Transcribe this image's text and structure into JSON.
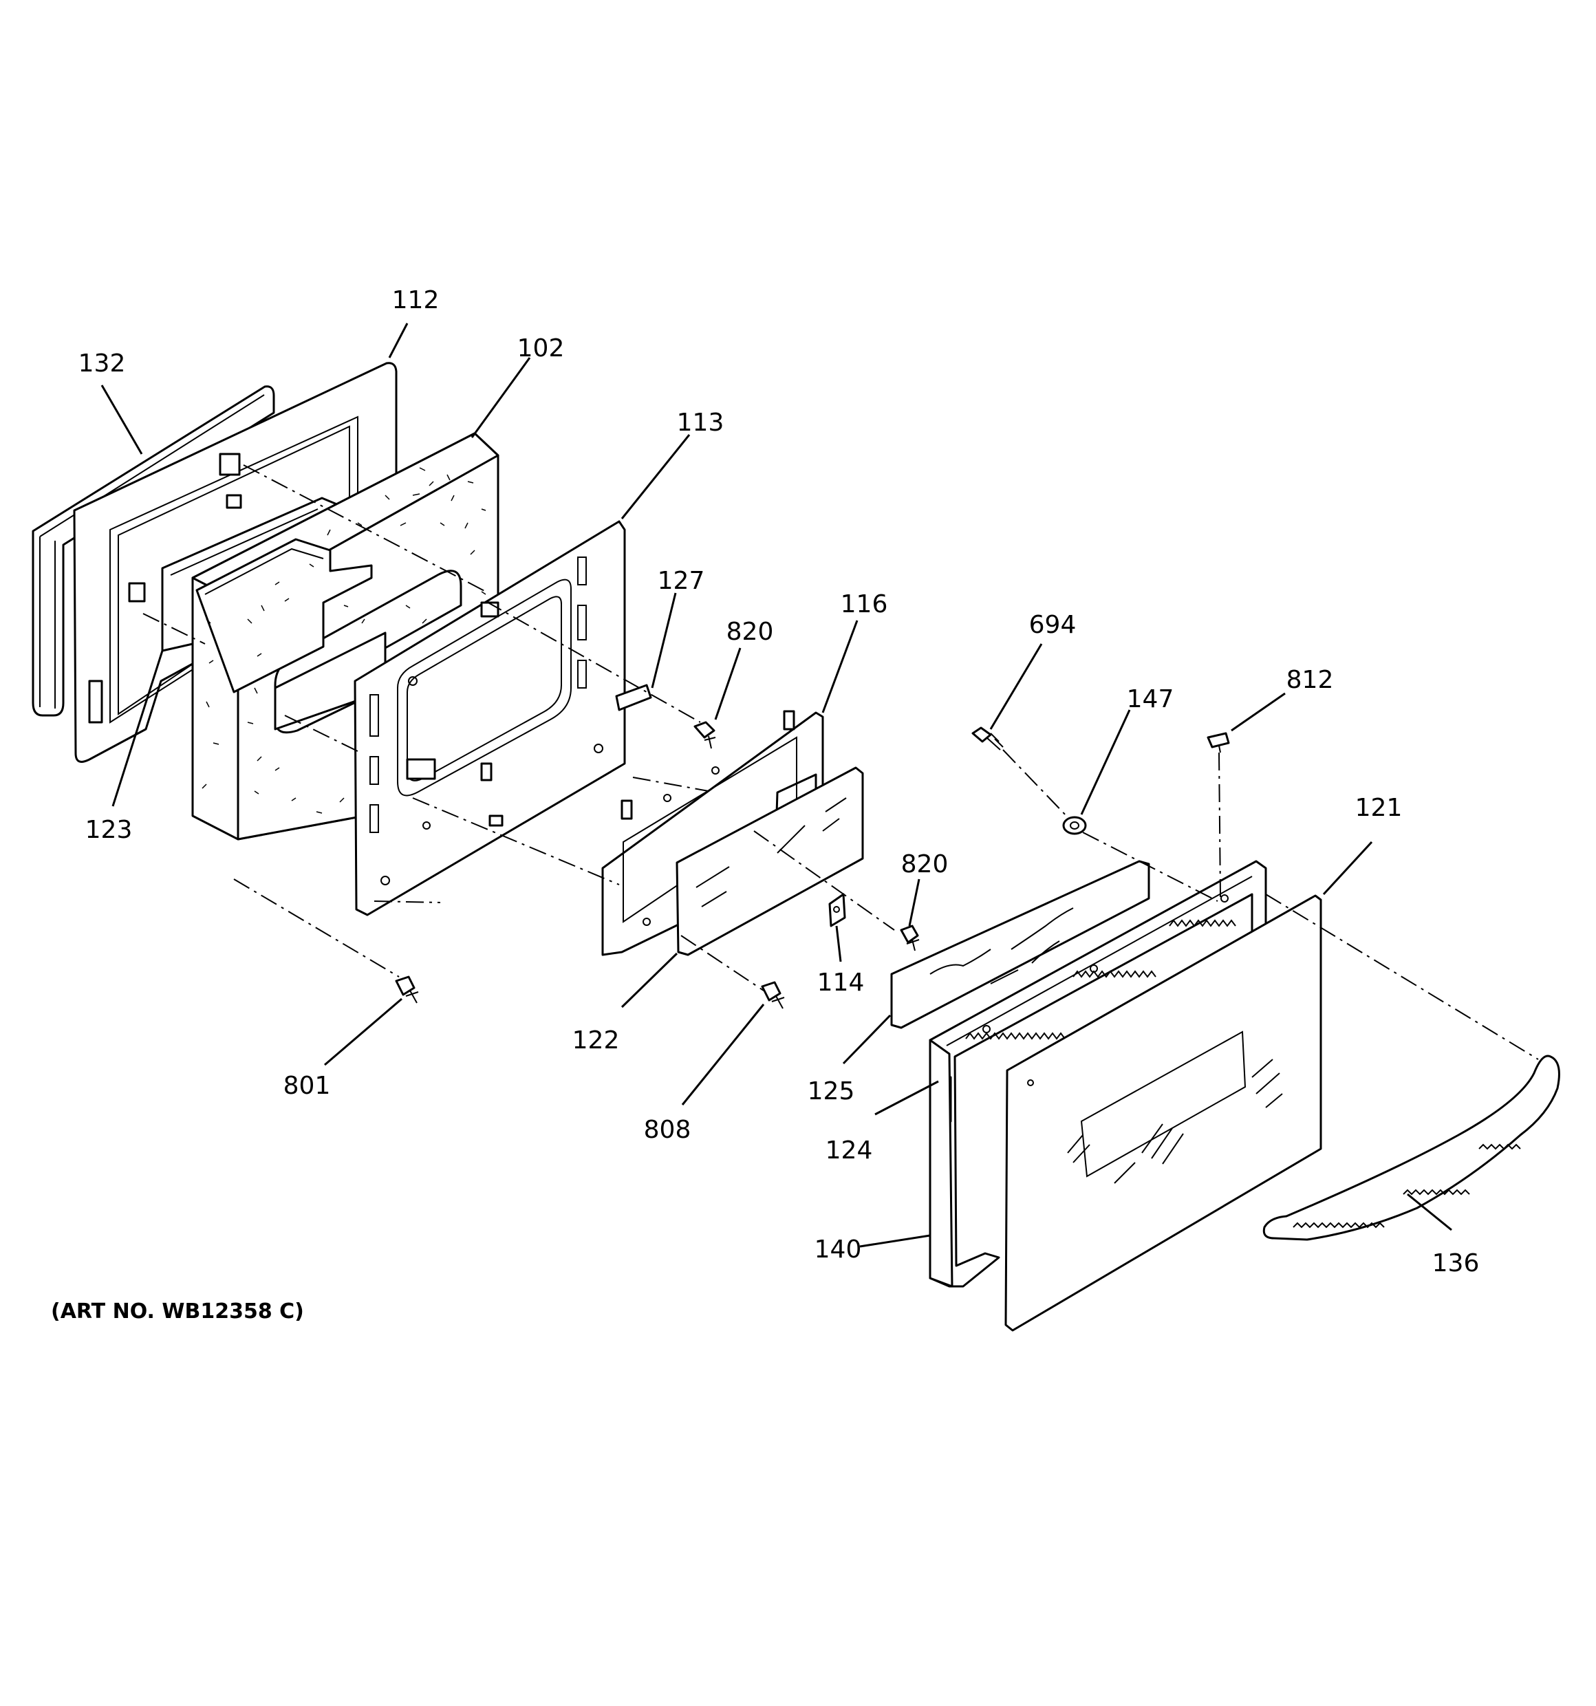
{
  "art_number": "(ART NO. WB12358 C)",
  "callouts": {
    "p132": "132",
    "p112": "112",
    "p102": "102",
    "p113": "113",
    "p127": "127",
    "p820a": "820",
    "p116": "116",
    "p694": "694",
    "p147": "147",
    "p812": "812",
    "p121": "121",
    "p123": "123",
    "p820b": "820",
    "p114": "114",
    "p122": "122",
    "p801": "801",
    "p808": "808",
    "p125": "125",
    "p124": "124",
    "p140": "140",
    "p136": "136"
  }
}
